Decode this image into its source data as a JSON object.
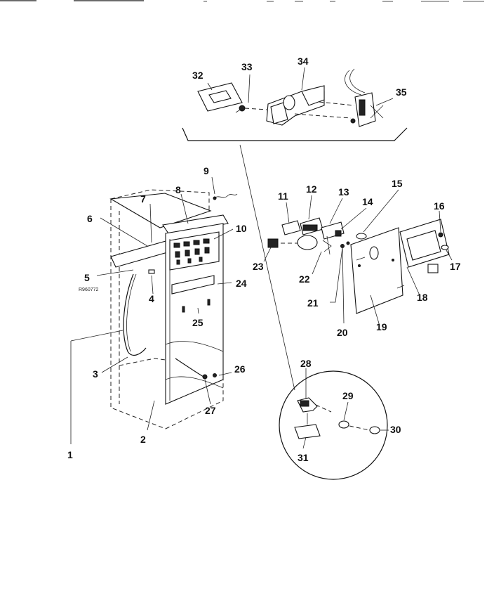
{
  "diagram": {
    "stamp_code": "R960772",
    "callouts": [
      {
        "id": "1",
        "label": "1"
      },
      {
        "id": "2",
        "label": "2"
      },
      {
        "id": "3",
        "label": "3"
      },
      {
        "id": "4",
        "label": "4"
      },
      {
        "id": "5",
        "label": "5"
      },
      {
        "id": "6",
        "label": "6"
      },
      {
        "id": "7",
        "label": "7"
      },
      {
        "id": "8",
        "label": "8"
      },
      {
        "id": "9",
        "label": "9"
      },
      {
        "id": "10",
        "label": "10"
      },
      {
        "id": "11",
        "label": "11"
      },
      {
        "id": "12",
        "label": "12"
      },
      {
        "id": "13",
        "label": "13"
      },
      {
        "id": "14",
        "label": "14"
      },
      {
        "id": "15",
        "label": "15"
      },
      {
        "id": "16",
        "label": "16"
      },
      {
        "id": "17",
        "label": "17"
      },
      {
        "id": "18",
        "label": "18"
      },
      {
        "id": "19",
        "label": "19"
      },
      {
        "id": "20",
        "label": "20"
      },
      {
        "id": "21",
        "label": "21"
      },
      {
        "id": "22",
        "label": "22"
      },
      {
        "id": "23",
        "label": "23"
      },
      {
        "id": "24",
        "label": "24"
      },
      {
        "id": "25",
        "label": "25"
      },
      {
        "id": "26",
        "label": "26"
      },
      {
        "id": "27",
        "label": "27"
      },
      {
        "id": "28",
        "label": "28"
      },
      {
        "id": "29",
        "label": "29"
      },
      {
        "id": "30",
        "label": "30"
      },
      {
        "id": "31",
        "label": "31"
      },
      {
        "id": "32",
        "label": "32"
      },
      {
        "id": "33",
        "label": "33"
      },
      {
        "id": "34",
        "label": "34"
      },
      {
        "id": "35",
        "label": "35"
      }
    ]
  }
}
